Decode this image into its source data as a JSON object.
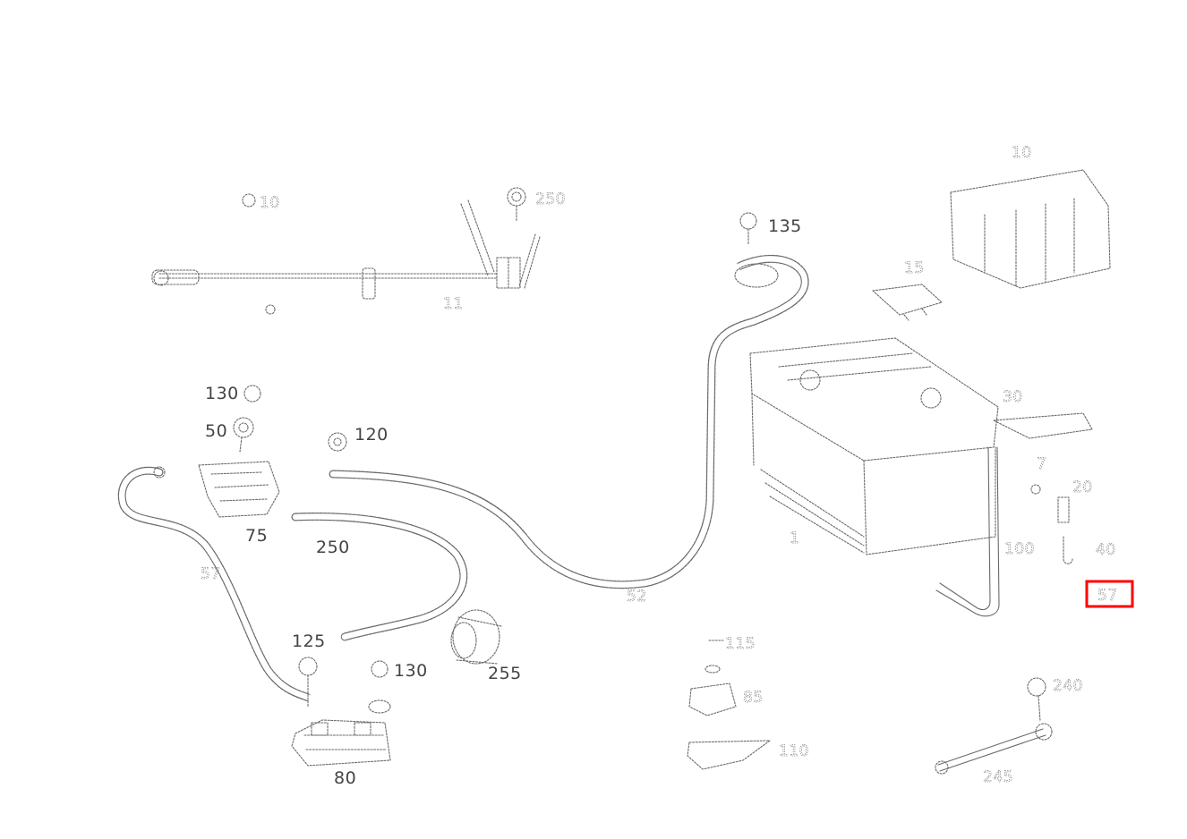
{
  "callouts": {
    "c135": "135",
    "c120": "120",
    "c130_top": "130",
    "c50": "50",
    "c75": "75",
    "c250": "250",
    "c125": "125",
    "c130_bottom": "130",
    "c255": "255",
    "c80": "80",
    "c10_upper": "10",
    "c250_upper": "250",
    "c11_upper": "11",
    "c10_battery": "10",
    "c15": "15",
    "c1": "1",
    "c7": "7",
    "c100": "100",
    "c30": "30",
    "c20": "20",
    "c40": "40",
    "c115": "115",
    "c85": "85",
    "c110": "110",
    "c240": "240",
    "c245": "245",
    "c52": "52",
    "c57": "57",
    "c_highlight": "57"
  },
  "highlight": {
    "color": "#ff0000"
  }
}
